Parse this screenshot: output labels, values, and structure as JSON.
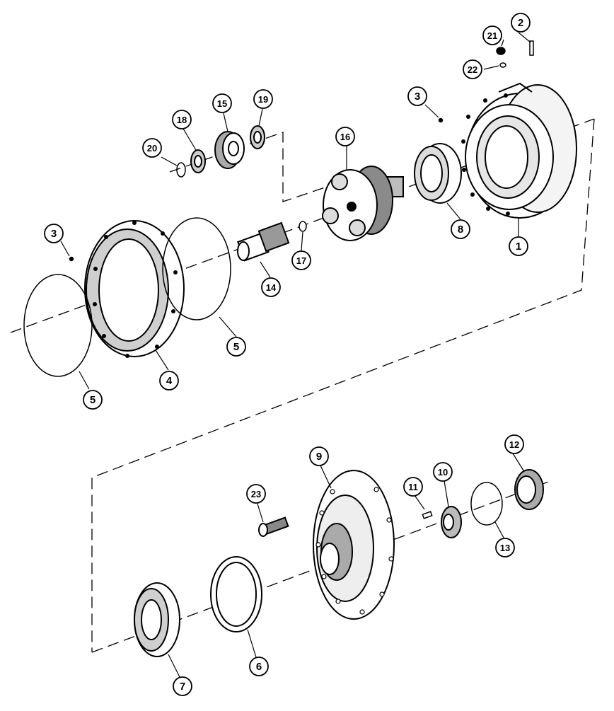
{
  "diagram": {
    "callouts": [
      {
        "id": "c1",
        "label": "1"
      },
      {
        "id": "c2",
        "label": "2"
      },
      {
        "id": "c3a",
        "label": "3"
      },
      {
        "id": "c3b",
        "label": "3"
      },
      {
        "id": "c4",
        "label": "4"
      },
      {
        "id": "c5a",
        "label": "5"
      },
      {
        "id": "c5b",
        "label": "5"
      },
      {
        "id": "c6",
        "label": "6"
      },
      {
        "id": "c7",
        "label": "7"
      },
      {
        "id": "c8",
        "label": "8"
      },
      {
        "id": "c9",
        "label": "9"
      },
      {
        "id": "c10",
        "label": "10"
      },
      {
        "id": "c11",
        "label": "11"
      },
      {
        "id": "c12",
        "label": "12"
      },
      {
        "id": "c13",
        "label": "13"
      },
      {
        "id": "c14",
        "label": "14"
      },
      {
        "id": "c15",
        "label": "15"
      },
      {
        "id": "c16",
        "label": "16"
      },
      {
        "id": "c17",
        "label": "17"
      },
      {
        "id": "c18",
        "label": "18"
      },
      {
        "id": "c19",
        "label": "19"
      },
      {
        "id": "c20",
        "label": "20"
      },
      {
        "id": "c21",
        "label": "21"
      },
      {
        "id": "c22",
        "label": "22"
      },
      {
        "id": "c23",
        "label": "23"
      }
    ]
  }
}
